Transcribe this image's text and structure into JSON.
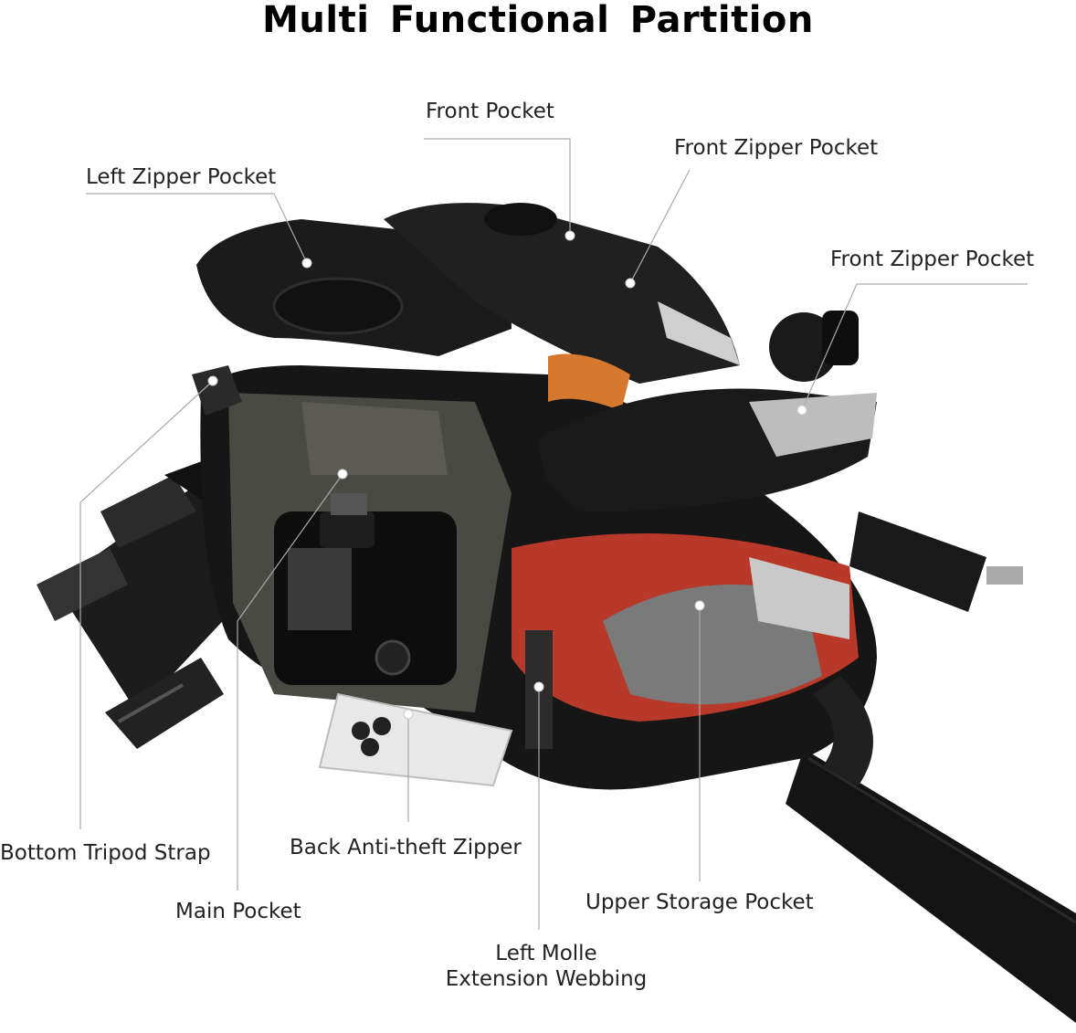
{
  "title": "Multi Functional Partition",
  "labels": {
    "front_pocket": "Front Pocket",
    "front_zipper_pocket_1": "Front Zipper Pocket",
    "left_zipper_pocket": "Left Zipper Pocket",
    "front_zipper_pocket_2": "Front Zipper Pocket",
    "bottom_tripod_strap": "Bottom Tripod Strap",
    "back_anti_theft_zipper": "Back Anti-theft Zipper",
    "main_pocket": "Main Pocket",
    "upper_storage_pocket": "Upper Storage Pocket",
    "left_molle_line1": "Left Molle",
    "left_molle_line2": "Extension Webbing"
  }
}
